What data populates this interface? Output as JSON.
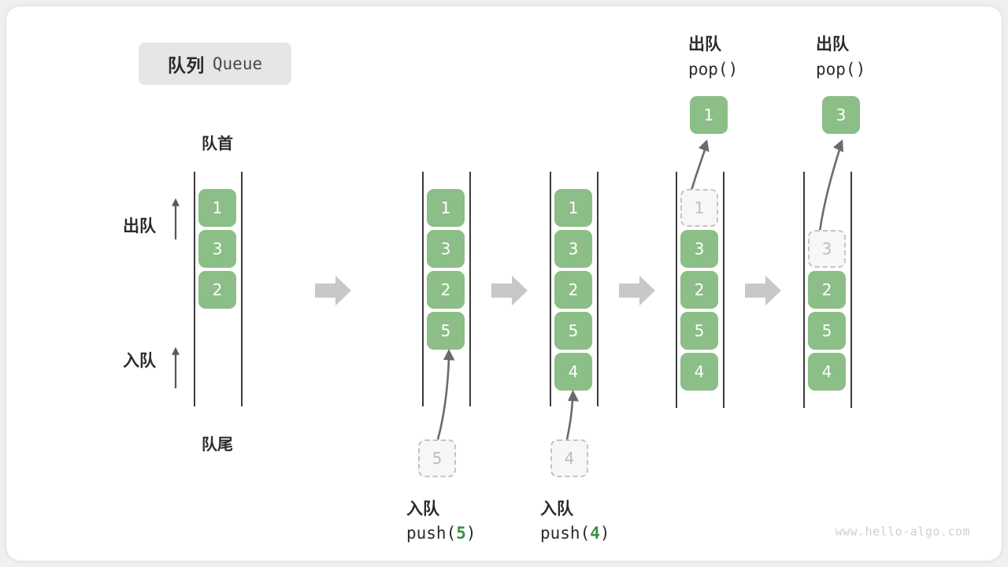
{
  "title": {
    "cn": "队列",
    "en": "Queue"
  },
  "labels": {
    "head": "队首",
    "tail": "队尾",
    "dequeue": "出队",
    "enqueue": "入队"
  },
  "watermark": "www.hello-algo.com",
  "colors": {
    "element_green": "#8cbe87",
    "ghost_gray": "#c4c4c4",
    "rail_dark": "#3c3c3c",
    "arrow_gray": "#c8c8c8",
    "accent_number_green": "#3f8f46",
    "chip_bg": "#e6e6e6"
  },
  "stages": [
    {
      "id": "initial",
      "caption_cn": "",
      "caption_code": "",
      "elements": [
        "1",
        "3",
        "2"
      ],
      "ghost_top": null,
      "ghost_bottom": null,
      "popped": null,
      "side_markers": [
        "出队",
        "入队"
      ]
    },
    {
      "id": "push-5",
      "caption_cn": "入队",
      "caption_code": "push(5)",
      "caption_value": "5",
      "elements": [
        "1",
        "3",
        "2",
        "5"
      ],
      "ghost_bottom": "5",
      "ghost_top": null,
      "popped": null
    },
    {
      "id": "push-4",
      "caption_cn": "入队",
      "caption_code": "push(4)",
      "caption_value": "4",
      "elements": [
        "1",
        "3",
        "2",
        "5",
        "4"
      ],
      "ghost_bottom": "4",
      "ghost_top": null,
      "popped": null
    },
    {
      "id": "pop-1",
      "caption_cn": "出队",
      "caption_code": "pop()",
      "elements": [
        "3",
        "2",
        "5",
        "4"
      ],
      "ghost_top": "1",
      "ghost_bottom": null,
      "popped": "1"
    },
    {
      "id": "pop-3",
      "caption_cn": "出队",
      "caption_code": "pop()",
      "elements": [
        "2",
        "5",
        "4"
      ],
      "ghost_top": "3",
      "ghost_bottom": null,
      "popped": "3"
    }
  ],
  "flow_arrows": 4
}
